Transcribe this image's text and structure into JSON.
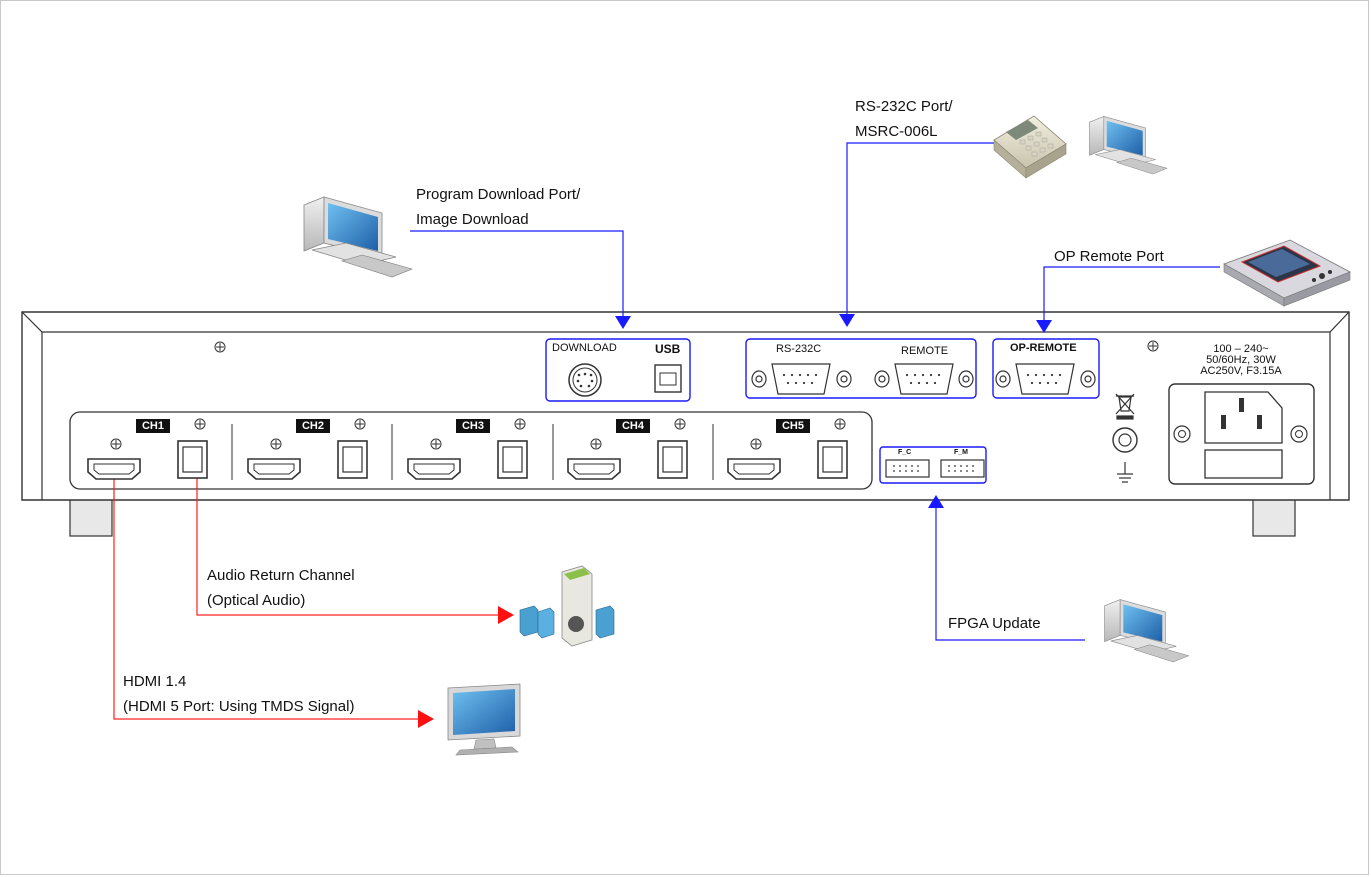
{
  "labels": {
    "program_download_line1": "Program Download Port/",
    "program_download_line2": "Image Download",
    "rs232_line1": "RS-232C Port/",
    "rs232_line2": "MSRC-006L",
    "op_remote": "OP Remote Port",
    "fpga_update": "FPGA Update",
    "audio_return_line1": "Audio Return Channel",
    "audio_return_line2": "(Optical Audio)",
    "hdmi_line1": "HDMI 1.4",
    "hdmi_line2": "(HDMI 5 Port: Using TMDS Signal)"
  },
  "panel": {
    "download": "DOWNLOAD",
    "usb": "USB",
    "rs232c": "RS-232C",
    "remote": "REMOTE",
    "op_remote": "OP-REMOTE",
    "channels": [
      "CH1",
      "CH2",
      "CH3",
      "CH4",
      "CH5"
    ],
    "f_c": "F_C",
    "f_m": "F_M",
    "power_line1": "100 – 240~",
    "power_line2": "50/60Hz, 30W",
    "power_line3": "AC250V, F3.15A"
  },
  "colors": {
    "blue_line": "#1a1aff",
    "red_line": "#ff2020",
    "panel_stroke": "#333333"
  },
  "icons": [
    "pc-icon",
    "keypad-controller-icon",
    "remote-panel-icon",
    "speaker-icon",
    "monitor-icon"
  ]
}
